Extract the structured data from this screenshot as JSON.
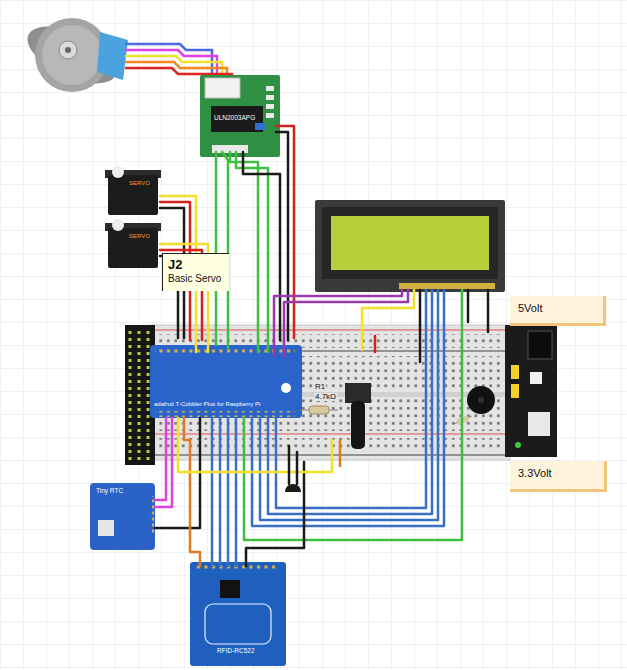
{
  "diagram": {
    "nodes": [
      {
        "text": [
          "J2",
          "Basic Servo"
        ]
      },
      {
        "text": [
          "5Volt"
        ]
      },
      {
        "text": [
          "3.3Volt"
        ]
      }
    ],
    "labels": [
      "SERVO",
      "SERVO",
      "ULN2003APG",
      "adafruit T-Cobbler Plus for Raspberry Pi",
      "R1",
      "4.7kΩ",
      "Tiny RTC",
      "RFID-RC522"
    ]
  }
}
